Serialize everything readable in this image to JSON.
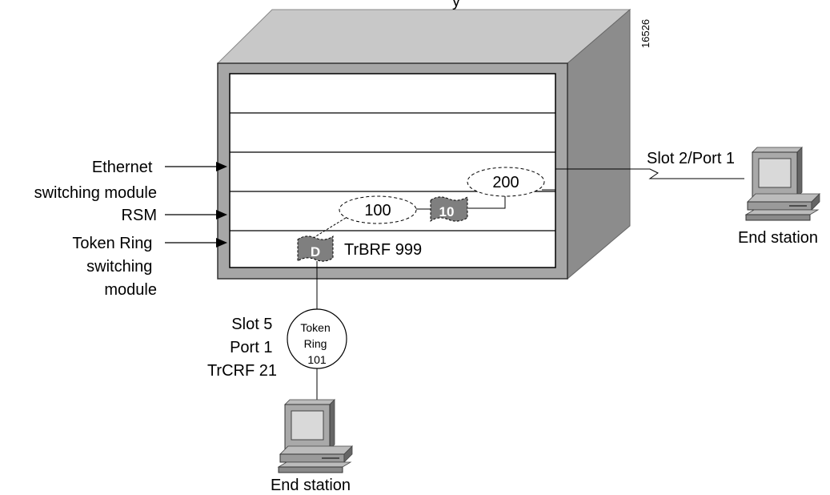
{
  "figure_id": "16526",
  "chassis": {
    "top_partial_label": "y"
  },
  "module_labels": {
    "ethernet": [
      "Ethernet",
      "switching module"
    ],
    "rsm": [
      "RSM"
    ],
    "token_ring": [
      "Token Ring",
      "switching",
      "module"
    ]
  },
  "vlans": {
    "vlan_200": "200",
    "vlan_100": "100",
    "router_badge": "10",
    "trbrf_badge": "D",
    "trbrf_label": "TrBRF 999"
  },
  "ports": {
    "ethernet_port": "Slot 2/Port 1",
    "token_ring_port": [
      "Slot 5",
      "Port 1",
      "TrCRF 21"
    ]
  },
  "token_ring": [
    "Token",
    "Ring",
    "101"
  ],
  "end_stations": {
    "right": "End station",
    "bottom": "End station"
  }
}
